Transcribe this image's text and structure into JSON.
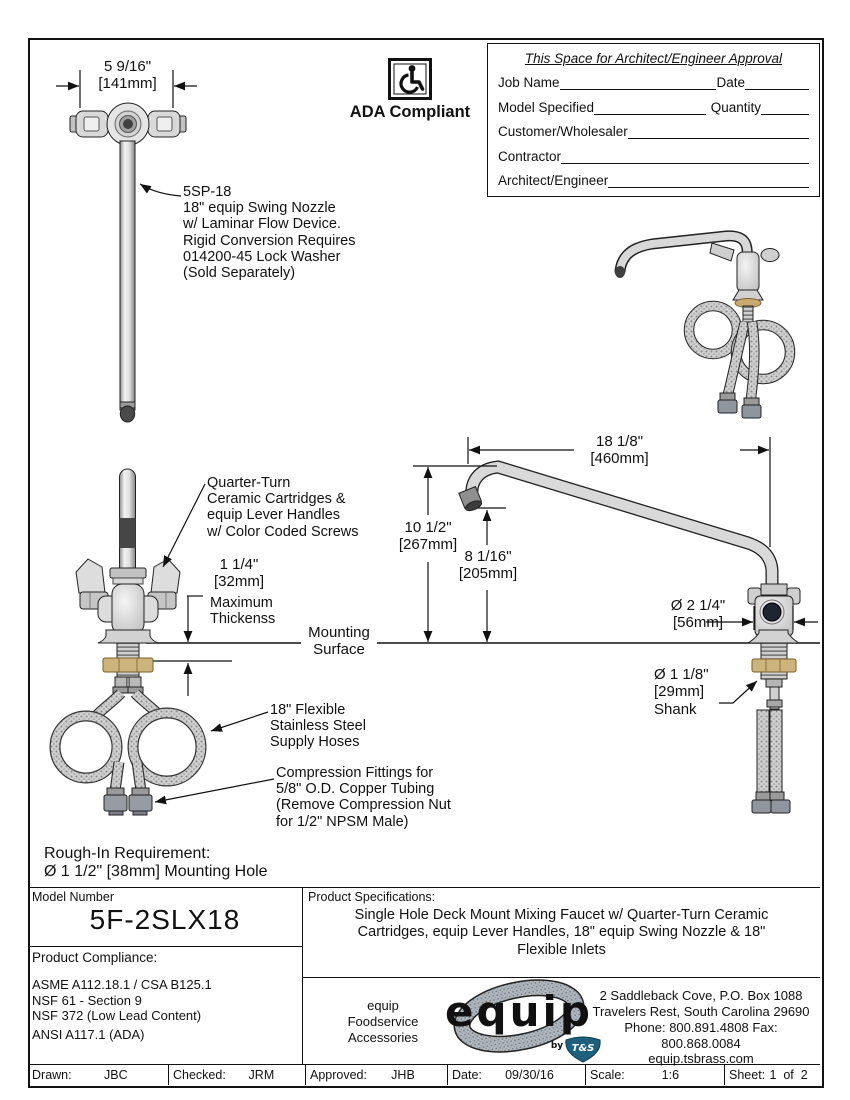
{
  "approval_box": {
    "title": "This Space for Architect/Engineer Approval",
    "rows": [
      {
        "label": "Job Name",
        "label2": "Date"
      },
      {
        "label": "Model Specified",
        "label2": "Quantity"
      },
      {
        "label": "Customer/Wholesaler"
      },
      {
        "label": "Contractor"
      },
      {
        "label": "Architect/Engineer"
      }
    ]
  },
  "ada": {
    "label": "ADA Compliant",
    "icon": "wheelchair-icon"
  },
  "annotations": {
    "nozzle_note": "5SP-18\n18\" equip Swing Nozzle\nw/ Laminar Flow Device.\nRigid Conversion Requires\n014200-45 Lock Washer\n(Sold Separately)",
    "cartridge_note": "Quarter-Turn\nCeramic Cartridges &\nequip Lever Handles\nw/ Color Coded Screws",
    "max_thickness_dim": "1 1/4\"\n[32mm]",
    "max_thickness_note": "Maximum\nThickenss",
    "mounting_surface": "Mounting\nSurface",
    "supply_note": "18\" Flexible\nStainless Steel\nSupply Hoses",
    "compression_note": "Compression Fittings for\n5/8\" O.D. Copper Tubing\n(Remove Compression Nut\nfor 1/2\" NPSM Male)",
    "rough_in": "Rough-In Requirement:\nØ 1 1/2\" [38mm] Mounting Hole",
    "shank_dim": "Ø 1 1/8\"\n[29mm]\nShank"
  },
  "dimensions": {
    "nozzle_plan": "5 9/16\"\n[141mm]",
    "spout_reach": "18 1/8\"\n[460mm]",
    "height_total": "10 1/2\"\n[267mm]",
    "height_clearance": "8 1/16\"\n[205mm]",
    "body_diameter": "Ø 2 1/4\"\n[56mm]"
  },
  "title_block": {
    "model_number_label": "Model Number",
    "model_number": "5F-2SLX18",
    "compliance_label": "Product Compliance:",
    "compliance_items": [
      "ASME A112.18.1 / CSA B125.1",
      "NSF 61 - Section 9",
      "NSF 372 (Low Lead Content)",
      "ANSI A117.1 (ADA)"
    ],
    "spec_label": "Product Specifications:",
    "spec_text": "Single Hole Deck Mount Mixing Faucet w/ Quarter-Turn Ceramic\nCartridges, equip Lever Handles, 18\" equip Swing Nozzle & 18\"\nFlexible Inlets",
    "brand_small": "equip\nFoodservice\nAccessories",
    "brand_logo": "equip",
    "brand_by": "by",
    "brand_ts": "T&S",
    "address": "2 Saddleback Cove, P.O. Box 1088\nTravelers Rest, South Carolina 29690\nPhone: 800.891.4808  Fax: 800.868.0084\nequip.tsbrass.com",
    "footer": [
      {
        "label": "Drawn:",
        "value": "JBC"
      },
      {
        "label": "Checked:",
        "value": "JRM"
      },
      {
        "label": "Approved:",
        "value": "JHB"
      },
      {
        "label": "Date:",
        "value": "09/30/16"
      },
      {
        "label": "Scale:",
        "value": "1:6"
      },
      {
        "label": "Sheet:",
        "value": "1  of  2"
      }
    ]
  },
  "colors": {
    "line": "#111111",
    "metal_light": "#e5e5e5",
    "metal_mid": "#c9c9c9",
    "brass": "#cdb37c",
    "ts_blue": "#1d5f7c"
  }
}
